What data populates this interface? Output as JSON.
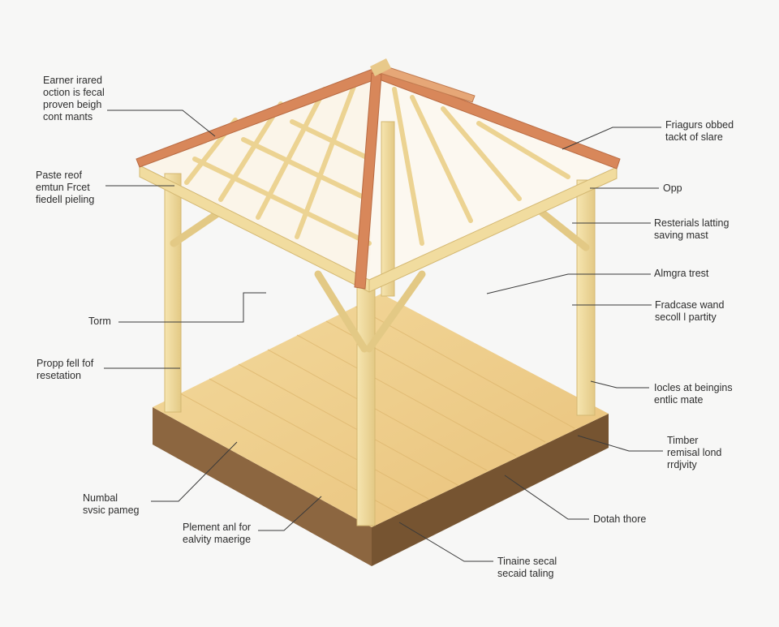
{
  "diagram": {
    "labels_left": [
      {
        "id": "l1",
        "text": "Earner irared\noction is fecal\nproven beigh\ncont mants"
      },
      {
        "id": "l2",
        "text": "Paste reof\nemtun Frcet\nfiedell pieling"
      },
      {
        "id": "l3",
        "text": "Torm"
      },
      {
        "id": "l4",
        "text": "Propp fell fof\nresetation"
      },
      {
        "id": "l5",
        "text": "Numbal\nsvsic pameg"
      },
      {
        "id": "l6",
        "text": "Plement anl for\nealvity maerige"
      }
    ],
    "labels_right": [
      {
        "id": "r1",
        "text": "Friagurs obbed\ntackt of slare"
      },
      {
        "id": "r2",
        "text": "Opp"
      },
      {
        "id": "r3",
        "text": "Resterials latting\nsaving mast"
      },
      {
        "id": "r4",
        "text": "Almgra trest"
      },
      {
        "id": "r5",
        "text": "Fradcase wand\nsecoll l partity"
      },
      {
        "id": "r6",
        "text": "Iocles at beingins\nentlic mate"
      },
      {
        "id": "r7",
        "text": "Timber\nremisal lond\nrrdjvity"
      },
      {
        "id": "r8",
        "text": "Dotah thore"
      },
      {
        "id": "r9",
        "text": "Tinaine secal\nsecaid taling"
      }
    ],
    "colors": {
      "timber": "#f1dc9f",
      "timber_dark": "#d9bf76",
      "rafter": "#d8875a",
      "rafter_edge": "#b86a42",
      "deck": "#efcd8a",
      "deck_side": "#8a6440",
      "leader": "#3a3a3a",
      "roof_glass": "#fbf3e3"
    }
  }
}
